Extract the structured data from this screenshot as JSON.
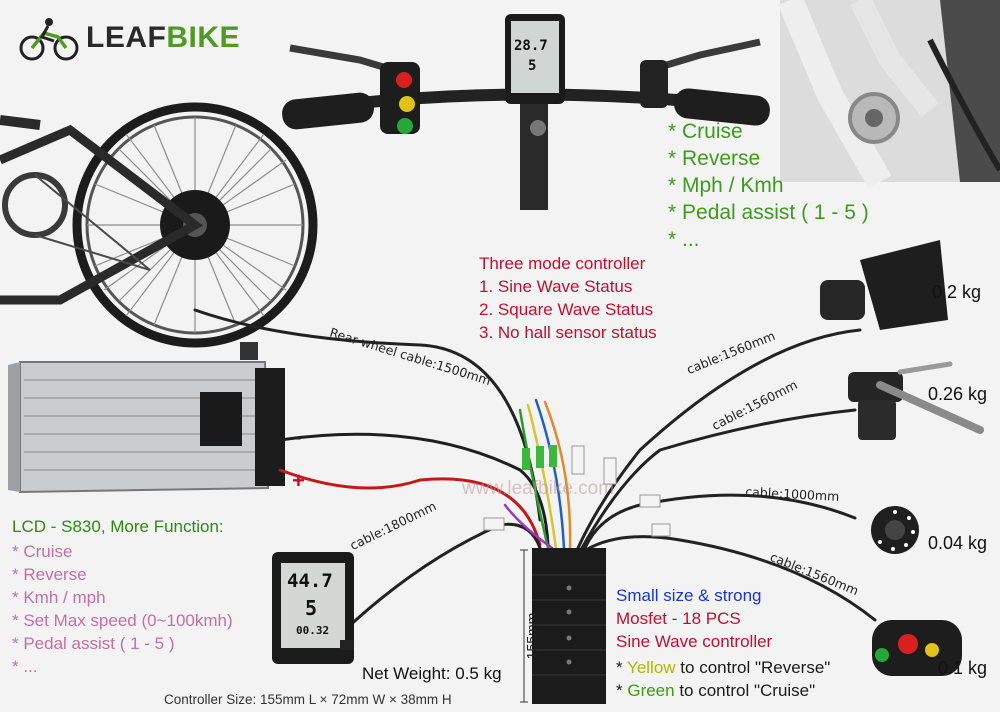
{
  "brand": {
    "leaf": "LEAF",
    "bike": "BIKE"
  },
  "top_features": [
    "* Cruise",
    "* Reverse",
    "* Mph / Kmh",
    "* Pedal assist ( 1 - 5 )",
    "* ..."
  ],
  "three_mode": {
    "title": "Three mode controller",
    "items": [
      "1. Sine Wave Status",
      "2. Square Wave Status",
      "3. No hall sensor status"
    ]
  },
  "cables": {
    "rear_wheel": "Rear wheel cable:1500mm",
    "throttle": "cable:1560mm",
    "brake": "cable:1560mm",
    "pas": "cable:1000mm",
    "switch": "cable:1560mm",
    "display": "cable:1800mm"
  },
  "weights": {
    "throttle": "0.2 kg",
    "brake": "0.26 kg",
    "pas": "0.04 kg",
    "switch": "0.1 kg"
  },
  "battery": {
    "minus": "-",
    "plus": "+"
  },
  "lcd": {
    "title": "LCD - S830, More Function:",
    "features": [
      "* Cruise",
      "* Reverse",
      "* Kmh / mph",
      "* Set Max speed (0~100kmh)",
      "* Pedal assist ( 1 - 5 )",
      "* ..."
    ],
    "speed": "44.7",
    "pas": "5",
    "odo": "00.32"
  },
  "top_display": {
    "speed": "28.7",
    "pas": "5"
  },
  "controller": {
    "line1": "Small size & strong",
    "line2": "Mosfet - 18 PCS",
    "line3": "Sine Wave controller",
    "note_yellow_pre": "* ",
    "note_yellow_word": "Yellow",
    "note_yellow_post": " to control \"Reverse\"",
    "note_green_pre": "* ",
    "note_green_word": "Green",
    "note_green_post": " to control \"Cruise\"",
    "net_weight": "Net Weight: 0.5 kg",
    "size": "Controller Size: 155mm L × 72mm W × 38mm H",
    "dimension": "155mm"
  },
  "watermark": "www.leafbike.com"
}
